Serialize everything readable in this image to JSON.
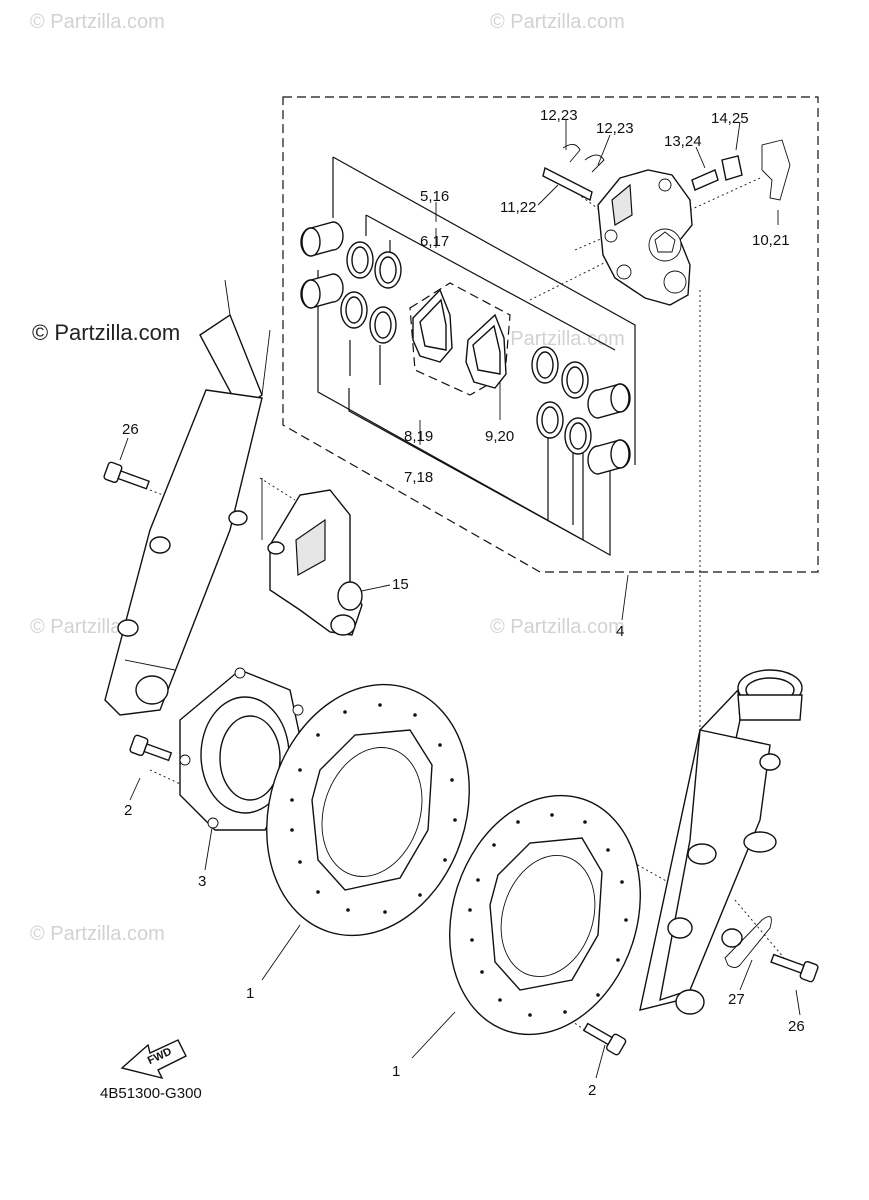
{
  "watermark": {
    "light": "© Partzilla.com",
    "dark": "© Partzilla.com"
  },
  "diagram_code": "4B51300-G300",
  "fwd_label": "FWD",
  "callouts": {
    "c_12_23_a": "12,23",
    "c_12_23_b": "12,23",
    "c_14_25": "14,25",
    "c_13_24": "13,24",
    "c_11_22": "11,22",
    "c_10_21": "10,21",
    "c_5_16": "5,16",
    "c_6_17": "6,17",
    "c_8_19": "8,19",
    "c_7_18": "7,18",
    "c_9_20": "9,20",
    "c_26_a": "26",
    "c_26_b": "26",
    "c_15": "15",
    "c_4": "4",
    "c_2_a": "2",
    "c_2_b": "2",
    "c_3": "3",
    "c_1_a": "1",
    "c_1_b": "1",
    "c_27": "27"
  }
}
